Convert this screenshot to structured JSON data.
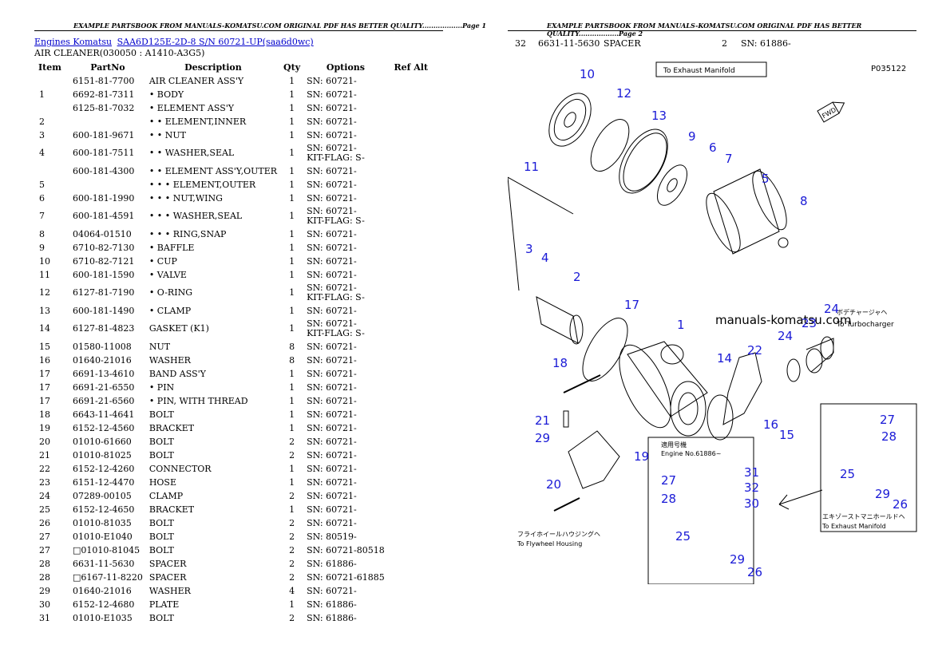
{
  "header": {
    "page1": "EXAMPLE PARTSBOOK FROM MANUALS-KOMATSU.COM ORIGINAL PDF HAS BETTER QUALITY..................Page 1",
    "page2": "EXAMPLE PARTSBOOK FROM MANUALS-KOMATSU.COM ORIGINAL PDF HAS BETTER QUALITY..................Page 2"
  },
  "breadcrumb": {
    "link1": "Engines Komatsu",
    "link2": "SAA6D125E-2D-8 S/N 60721-UP(saa6d0wc)"
  },
  "subtitle": "AIR CLEANER(030050 : A1410-A3G5)",
  "table": {
    "headers": [
      "Item",
      "PartNo",
      "Description",
      "Qty",
      "Options",
      "Ref Alt"
    ],
    "rows": [
      {
        "item": "",
        "part": "6151-81-7700",
        "desc": "AIR CLEANER ASS'Y",
        "qty": "1",
        "opt": "SN: 60721-",
        "opt2": ""
      },
      {
        "item": "1",
        "part": "6692-81-7311",
        "desc": "• BODY",
        "qty": "1",
        "opt": "SN: 60721-",
        "opt2": ""
      },
      {
        "item": "",
        "part": "6125-81-7032",
        "desc": "• ELEMENT ASS'Y",
        "qty": "1",
        "opt": "SN: 60721-",
        "opt2": ""
      },
      {
        "item": "2",
        "part": "",
        "desc": "• • ELEMENT,INNER",
        "qty": "1",
        "opt": "SN: 60721-",
        "opt2": ""
      },
      {
        "item": "3",
        "part": "600-181-9671",
        "desc": "• • NUT",
        "qty": "1",
        "opt": "SN: 60721-",
        "opt2": ""
      },
      {
        "item": "4",
        "part": "600-181-7511",
        "desc": "• • WASHER,SEAL",
        "qty": "1",
        "opt": "SN: 60721-",
        "opt2": "KIT-FLAG: S-"
      },
      {
        "item": "",
        "part": "600-181-4300",
        "desc": "• • ELEMENT ASS'Y,OUTER",
        "qty": "1",
        "opt": "SN: 60721-",
        "opt2": ""
      },
      {
        "item": "5",
        "part": "",
        "desc": "• • • ELEMENT,OUTER",
        "qty": "1",
        "opt": "SN: 60721-",
        "opt2": ""
      },
      {
        "item": "6",
        "part": "600-181-1990",
        "desc": "• • • NUT,WING",
        "qty": "1",
        "opt": "SN: 60721-",
        "opt2": ""
      },
      {
        "item": "7",
        "part": "600-181-4591",
        "desc": "• • • WASHER,SEAL",
        "qty": "1",
        "opt": "SN: 60721-",
        "opt2": "KIT-FLAG: S-"
      },
      {
        "item": "8",
        "part": "04064-01510",
        "desc": "• • • RING,SNAP",
        "qty": "1",
        "opt": "SN: 60721-",
        "opt2": ""
      },
      {
        "item": "9",
        "part": "6710-82-7130",
        "desc": "• BAFFLE",
        "qty": "1",
        "opt": "SN: 60721-",
        "opt2": ""
      },
      {
        "item": "10",
        "part": "6710-82-7121",
        "desc": "• CUP",
        "qty": "1",
        "opt": "SN: 60721-",
        "opt2": ""
      },
      {
        "item": "11",
        "part": "600-181-1590",
        "desc": "• VALVE",
        "qty": "1",
        "opt": "SN: 60721-",
        "opt2": ""
      },
      {
        "item": "12",
        "part": "6127-81-7190",
        "desc": "• O-RING",
        "qty": "1",
        "opt": "SN: 60721-",
        "opt2": "KIT-FLAG: S-"
      },
      {
        "item": "13",
        "part": "600-181-1490",
        "desc": "• CLAMP",
        "qty": "1",
        "opt": "SN: 60721-",
        "opt2": ""
      },
      {
        "item": "14",
        "part": "6127-81-4823",
        "desc": "GASKET (K1)",
        "qty": "1",
        "opt": "SN: 60721-",
        "opt2": "KIT-FLAG: S-"
      },
      {
        "item": "15",
        "part": "01580-11008",
        "desc": "NUT",
        "qty": "8",
        "opt": "SN: 60721-",
        "opt2": ""
      },
      {
        "item": "16",
        "part": "01640-21016",
        "desc": "WASHER",
        "qty": "8",
        "opt": "SN: 60721-",
        "opt2": ""
      },
      {
        "item": "17",
        "part": "6691-13-4610",
        "desc": "BAND ASS'Y",
        "qty": "1",
        "opt": "SN: 60721-",
        "opt2": ""
      },
      {
        "item": "17",
        "part": "6691-21-6550",
        "desc": "• PIN",
        "qty": "1",
        "opt": "SN: 60721-",
        "opt2": ""
      },
      {
        "item": "17",
        "part": "6691-21-6560",
        "desc": "• PIN, WITH THREAD",
        "qty": "1",
        "opt": "SN: 60721-",
        "opt2": ""
      },
      {
        "item": "18",
        "part": "6643-11-4641",
        "desc": "BOLT",
        "qty": "1",
        "opt": "SN: 60721-",
        "opt2": ""
      },
      {
        "item": "19",
        "part": "6152-12-4560",
        "desc": "BRACKET",
        "qty": "1",
        "opt": "SN: 60721-",
        "opt2": ""
      },
      {
        "item": "20",
        "part": "01010-61660",
        "desc": "BOLT",
        "qty": "2",
        "opt": "SN: 60721-",
        "opt2": ""
      },
      {
        "item": "21",
        "part": "01010-81025",
        "desc": "BOLT",
        "qty": "2",
        "opt": "SN: 60721-",
        "opt2": ""
      },
      {
        "item": "22",
        "part": "6152-12-4260",
        "desc": "CONNECTOR",
        "qty": "1",
        "opt": "SN: 60721-",
        "opt2": ""
      },
      {
        "item": "23",
        "part": "6151-12-4470",
        "desc": "HOSE",
        "qty": "1",
        "opt": "SN: 60721-",
        "opt2": ""
      },
      {
        "item": "24",
        "part": "07289-00105",
        "desc": "CLAMP",
        "qty": "2",
        "opt": "SN: 60721-",
        "opt2": ""
      },
      {
        "item": "25",
        "part": "6152-12-4650",
        "desc": "BRACKET",
        "qty": "1",
        "opt": "SN: 60721-",
        "opt2": ""
      },
      {
        "item": "26",
        "part": "01010-81035",
        "desc": "BOLT",
        "qty": "2",
        "opt": "SN: 60721-",
        "opt2": ""
      },
      {
        "item": "27",
        "part": "01010-E1040",
        "desc": "BOLT",
        "qty": "2",
        "opt": "SN: 80519-",
        "opt2": ""
      },
      {
        "item": "27",
        "part": "□01010-81045",
        "desc": "BOLT",
        "qty": "2",
        "opt": "SN: 60721-80518",
        "opt2": ""
      },
      {
        "item": "28",
        "part": "6631-11-5630",
        "desc": "SPACER",
        "qty": "2",
        "opt": "SN: 61886-",
        "opt2": ""
      },
      {
        "item": "28",
        "part": "□6167-11-8220",
        "desc": "SPACER",
        "qty": "2",
        "opt": "SN: 60721-61885",
        "opt2": ""
      },
      {
        "item": "29",
        "part": "01640-21016",
        "desc": "WASHER",
        "qty": "4",
        "opt": "SN: 60721-",
        "opt2": ""
      },
      {
        "item": "30",
        "part": "6152-12-4680",
        "desc": "PLATE",
        "qty": "1",
        "opt": "SN: 61886-",
        "opt2": ""
      },
      {
        "item": "31",
        "part": "01010-E1035",
        "desc": "BOLT",
        "qty": "2",
        "opt": "SN: 61886-",
        "opt2": ""
      }
    ]
  },
  "page2_row": {
    "item": "32",
    "part": "6631-11-5630",
    "desc": "SPACER",
    "qty": "2",
    "opt": "SN: 61886-"
  },
  "diagram": {
    "code": "P035122",
    "to_exhaust_top": "To Exhaust Manifold",
    "fwd": "FWD",
    "watermark": "manuals-komatsu.com",
    "to_turbo_jp": "ボデチャージャヘ",
    "to_turbo": "To Turbocharger",
    "engine_no_jp": "適用号機",
    "engine_no": "Engine No.61886~",
    "to_flywheel_jp": "フライホイールハウジングヘ",
    "to_flywheel": "To Flywheel Housing",
    "to_exhaust_jp": "エキゾーストマニホールドヘ",
    "to_exhaust": "To Exhaust Manifold",
    "callouts": [
      "10",
      "12",
      "13",
      "9",
      "6",
      "7",
      "11",
      "5",
      "8",
      "3",
      "4",
      "2",
      "17",
      "1",
      "24",
      "23",
      "24",
      "14",
      "22",
      "18",
      "16",
      "15",
      "27",
      "28",
      "21",
      "29",
      "19",
      "31",
      "27",
      "32",
      "28",
      "30",
      "25",
      "29",
      "26",
      "20",
      "25",
      "29",
      "26"
    ],
    "colors": {
      "callout": "#1a1ad6",
      "line": "#000"
    }
  }
}
